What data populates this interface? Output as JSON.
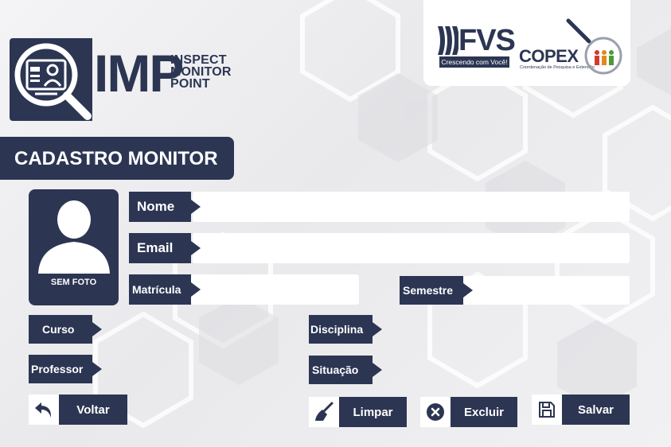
{
  "logo": {
    "letters": "IMP",
    "lines": [
      "INSPECT",
      "MONITOR",
      "POINT"
    ]
  },
  "partners": {
    "fvs": {
      "name": "FVS",
      "tagline": "Crescendo com Você!"
    },
    "copex": {
      "name": "COPEX",
      "subtitle": "Coordenação de Pesquisa e Extensão"
    }
  },
  "page": {
    "title": "CADASTRO MONITOR"
  },
  "photo": {
    "label": "SEM FOTO"
  },
  "fields": {
    "nome": {
      "label": "Nome",
      "value": ""
    },
    "email": {
      "label": "Email",
      "value": ""
    },
    "matricula": {
      "label": "Matrícula",
      "value": ""
    },
    "semestre": {
      "label": "Semestre",
      "value": ""
    },
    "curso": {
      "label": "Curso",
      "value": ""
    },
    "disciplina": {
      "label": "Disciplina",
      "value": ""
    },
    "professor": {
      "label": "Professor",
      "value": ""
    },
    "situacao": {
      "label": "Situação",
      "value": ""
    }
  },
  "buttons": {
    "voltar": "Voltar",
    "limpar": "Limpar",
    "excluir": "Excluir",
    "salvar": "Salvar"
  },
  "colors": {
    "navy": "#2c3653",
    "background": "#eeeef0",
    "input": "#ffffff"
  }
}
